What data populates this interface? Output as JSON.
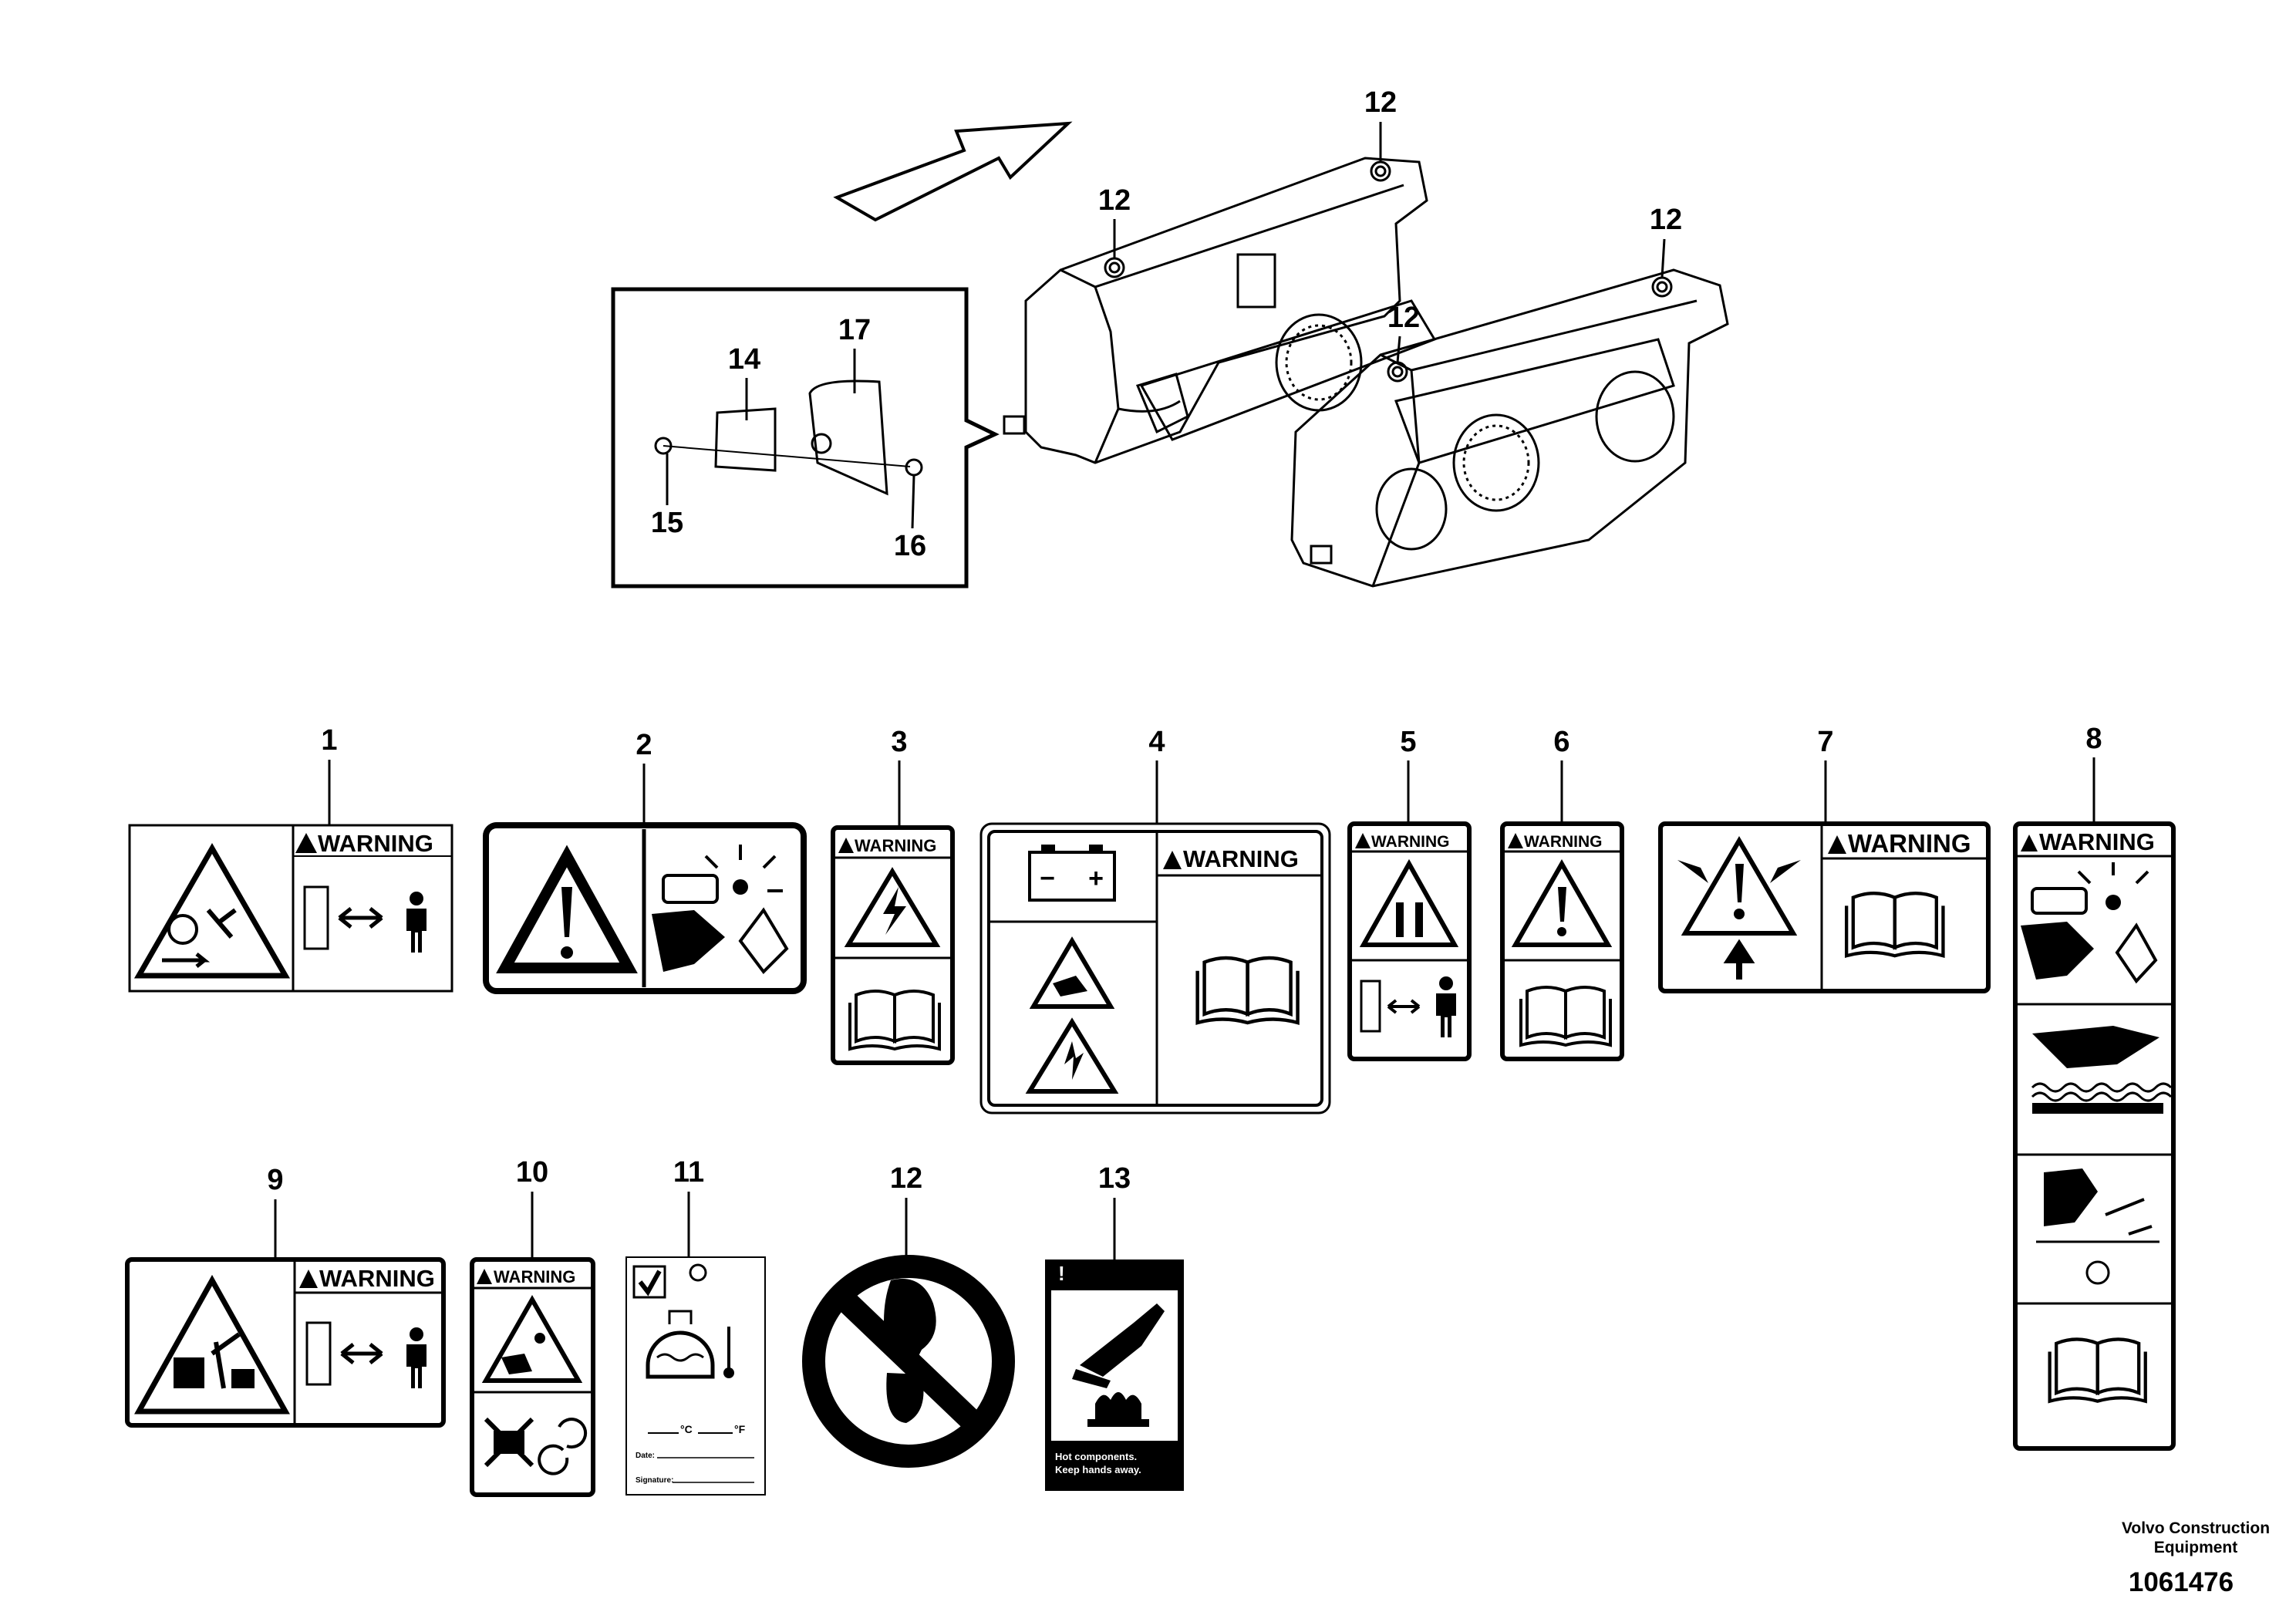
{
  "callouts": {
    "c1": "1",
    "c2": "2",
    "c3": "3",
    "c4": "4",
    "c5": "5",
    "c6": "6",
    "c7": "7",
    "c8": "8",
    "c9": "9",
    "c10": "10",
    "c11": "11",
    "c12": "12",
    "c13": "13",
    "c14": "14",
    "c15": "15",
    "c16": "16",
    "c17": "17"
  },
  "warning_text": "WARNING",
  "decal11": {
    "unit_c": "°C",
    "unit_f": "°F",
    "date_label": "Date:",
    "signature_label": "Signature:"
  },
  "decal13": {
    "exclamation": "!",
    "line1": "Hot components.",
    "line2": "Keep hands away."
  },
  "decal4": {
    "battery_minus": "−",
    "battery_plus": "+"
  },
  "footer": {
    "company_line1": "Volvo Construction",
    "company_line2": "Equipment",
    "figure_number": "1061476"
  }
}
